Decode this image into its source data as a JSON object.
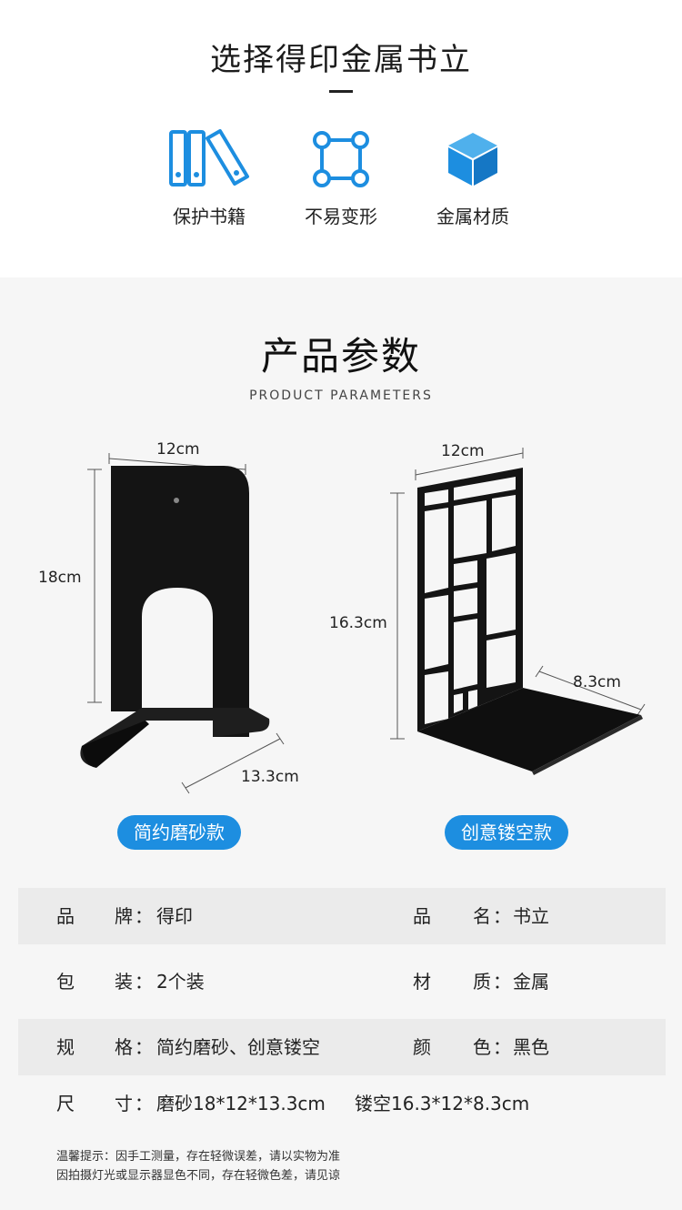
{
  "header": {
    "title": "选择得印金属书立"
  },
  "features": [
    {
      "icon": "books-icon",
      "label": "保护书籍"
    },
    {
      "icon": "square-nodes-icon",
      "label": "不易变形"
    },
    {
      "icon": "cube-icon",
      "label": "金属材质"
    }
  ],
  "parameters": {
    "title": "产品参数",
    "subtitle": "PRODUCT PARAMETERS"
  },
  "products": [
    {
      "name": "简约磨砂款",
      "width": "12cm",
      "height": "18cm",
      "depth": "13.3cm"
    },
    {
      "name": "创意镂空款",
      "width": "12cm",
      "height": "16.3cm",
      "depth": "8.3cm"
    }
  ],
  "specs": {
    "brand": {
      "key_a": "品",
      "key_b": "牌",
      "value": "得印"
    },
    "name": {
      "key_a": "品",
      "key_b": "名",
      "value": "书立"
    },
    "package": {
      "key_a": "包",
      "key_b": "装",
      "value": "2个装"
    },
    "material": {
      "key_a": "材",
      "key_b": "质",
      "value": "金属"
    },
    "style": {
      "key_a": "规",
      "key_b": "格",
      "value": "简约磨砂、创意镂空"
    },
    "color": {
      "key_a": "颜",
      "key_b": "色",
      "value": "黑色"
    },
    "size": {
      "key_a": "尺",
      "key_b": "寸",
      "value": "磨砂18*12*13.3cm",
      "value2": "镂空16.3*12*8.3cm"
    },
    "separator": "："
  },
  "notes": [
    "温馨提示：因手工测量，存在轻微误差，请以实物为准",
    "因拍摄灯光或显示器显色不同，存在轻微色差，请见谅"
  ],
  "colors": {
    "accent": "#1d8ee0",
    "row_shade": "#ebebeb",
    "background": "#f6f6f6"
  }
}
